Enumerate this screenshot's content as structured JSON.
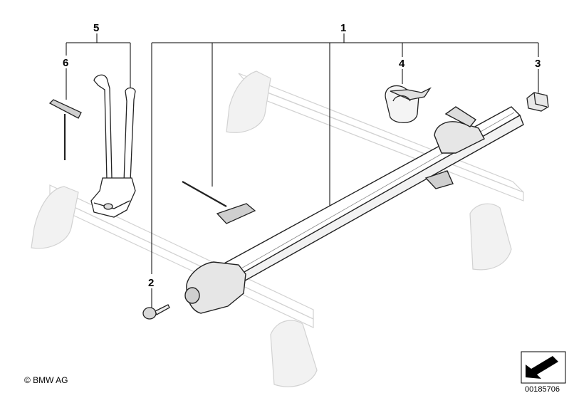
{
  "callouts": {
    "c1": "1",
    "c2": "2",
    "c3": "3",
    "c4": "4",
    "c5": "5",
    "c6": "6"
  },
  "footer": {
    "copyright": "© BMW AG",
    "part_number": "00185706"
  }
}
